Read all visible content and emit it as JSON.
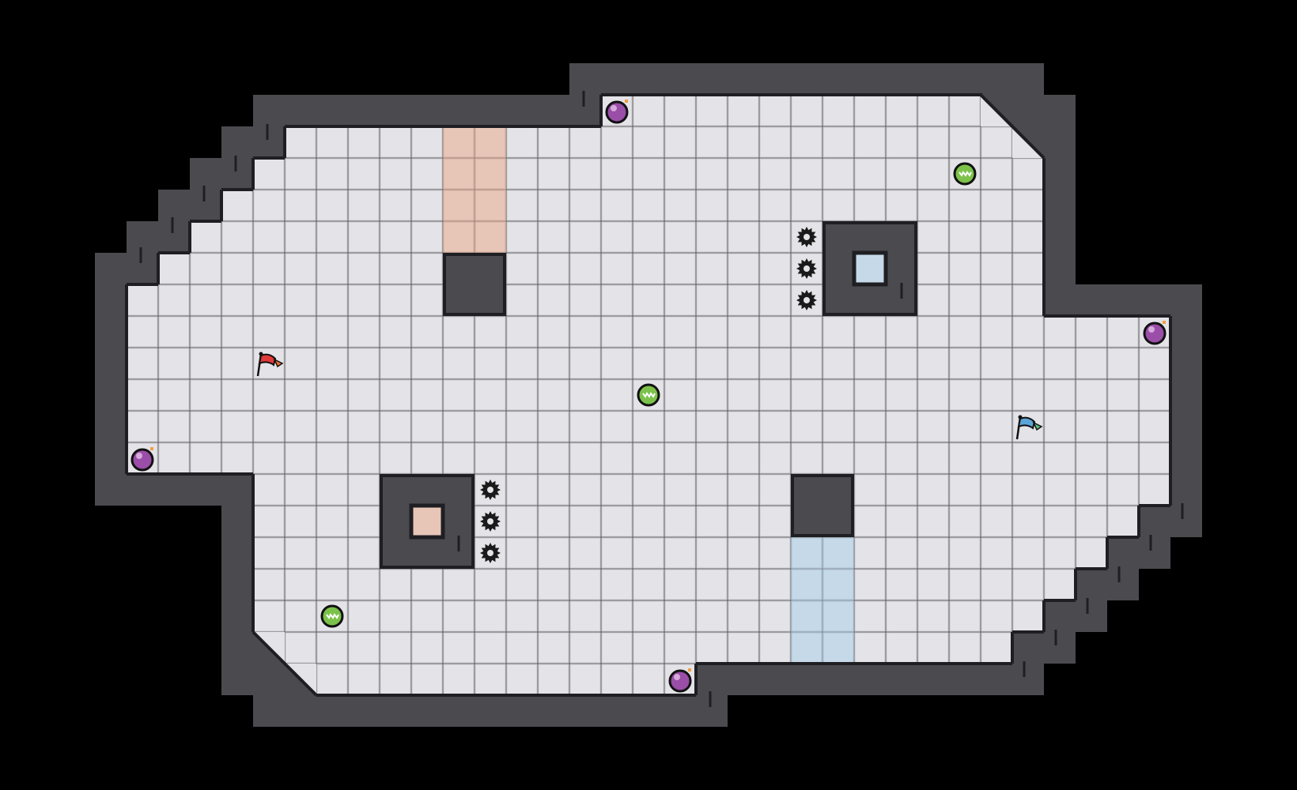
{
  "game": {
    "colors": {
      "background": "#000000",
      "floor": "#e4e4e8",
      "floor_grid": "#d0d0d5",
      "wall": "#4a4a4f",
      "wall_edge": "#1f1f23",
      "orange_zone": "#e8c6b7",
      "blue_zone": "#c5d9e8",
      "bomb": "#9a4ea8",
      "orb": "#7cc24a",
      "red_flag": "#e03a3a",
      "blue_flag": "#5aa6d8"
    },
    "entities": [
      "bomb",
      "green-orb",
      "red-flag",
      "blue-flag",
      "gear-spike",
      "obstacle-block"
    ]
  }
}
